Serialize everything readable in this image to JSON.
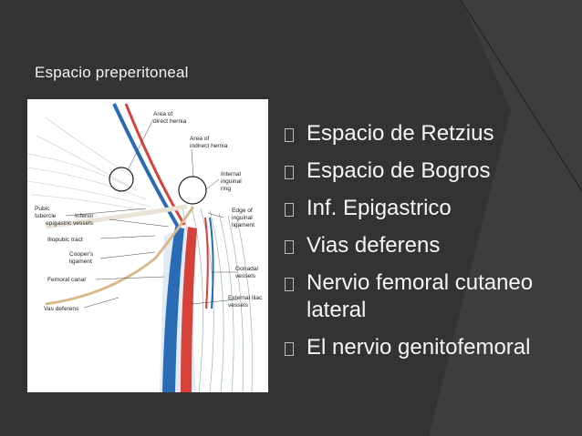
{
  "slide": {
    "title": "Espacio preperitoneal",
    "bullets": [
      "Espacio de Retzius",
      "Espacio de Bogros",
      "Inf. Epigastrico",
      "Vias deferens",
      "Nervio  femoral cutaneo lateral",
      "El nervio genitofemoral"
    ]
  },
  "figure": {
    "labels": {
      "direct_hernia_1": "Area of",
      "direct_hernia_2": "direct hernia",
      "indirect_hernia_1": "Area of",
      "indirect_hernia_2": "indirect hernia",
      "internal_ring_1": "Internal",
      "internal_ring_2": "inguinal",
      "internal_ring_3": "ring",
      "pubic_1": "Pubic",
      "pubic_2": "tubercle",
      "inf_epi_1": "Inferior",
      "inf_epi_2": "epigastric vessels",
      "edge_1": "Edge of",
      "edge_2": "inguinal",
      "edge_3": "ligament",
      "iliopubic": "Iliopubic tract",
      "cooper_1": "Cooper's",
      "cooper_2": "ligament",
      "gonadal_1": "Gonadal",
      "gonadal_2": "vessels",
      "femoral_canal": "Femoral canal",
      "external_iliac_1": "External iliac",
      "external_iliac_2": "vessels",
      "vas_deferens": "Vas deferens"
    }
  },
  "colors": {
    "background": "#303030",
    "accent_band": "#3c3c3c",
    "text": "#f5f5f5"
  }
}
